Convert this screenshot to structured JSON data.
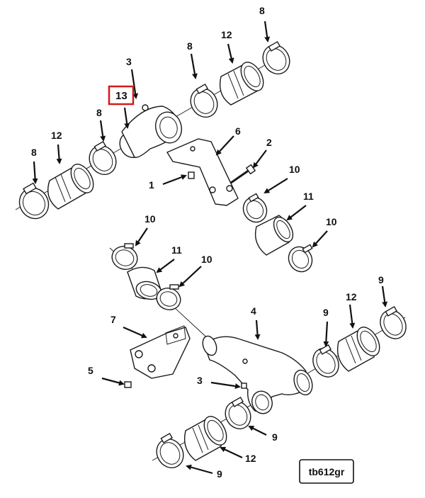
{
  "diagram": {
    "highlight_color": "#d11a1a",
    "ink_color": "#1a1a1a",
    "callouts": {
      "c13": "13",
      "c3_top": "3",
      "c8_top_right": "8",
      "c12_top_right": "12",
      "c8_top_mid": "8",
      "c8_left_mid": "8",
      "c12_left": "12",
      "c8_left": "8",
      "c6": "6",
      "c2": "2",
      "c1": "1",
      "c10_right_top": "10",
      "c11_right": "11",
      "c10_right_bottom": "10",
      "c10_mid_top": "10",
      "c11_mid": "11",
      "c10_mid_right": "10",
      "c7": "7",
      "c4": "4",
      "c9_top": "9",
      "c12_lower_right": "12",
      "c9_right": "9",
      "c5": "5",
      "c3_lower": "3",
      "c9_lower": "9",
      "c12_bottom": "12",
      "c9_bottom": "9"
    },
    "figure_id": "tb612gr"
  }
}
